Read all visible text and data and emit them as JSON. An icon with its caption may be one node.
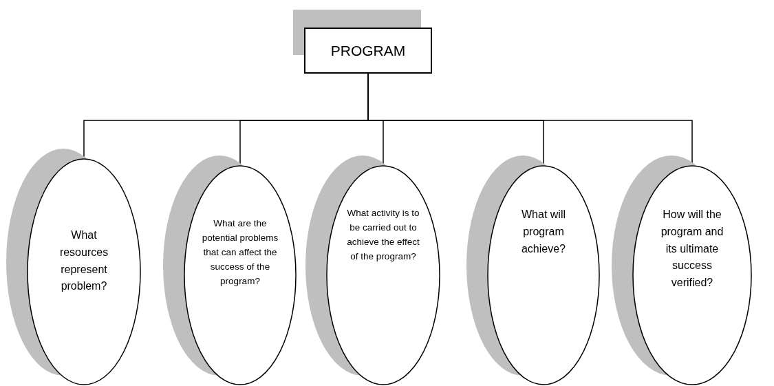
{
  "diagram": {
    "nodes": [
      {
        "text": [
          "PROGRAM"
        ]
      },
      {
        "text": [
          "What resources represent problem?"
        ]
      },
      {
        "text": [
          "What are the potential problems that can affect the success of the program?"
        ]
      },
      {
        "text": [
          "What activity is to be carried out to achieve the effect of the program?"
        ]
      },
      {
        "text": [
          "What will program achieve?"
        ]
      },
      {
        "text": [
          "How will the program and its ultimate success verified?"
        ]
      }
    ],
    "edges": [
      {
        "from": 0,
        "to": 1,
        "arrow": "none"
      },
      {
        "from": 0,
        "to": 2,
        "arrow": "none"
      },
      {
        "from": 0,
        "to": 3,
        "arrow": "none"
      },
      {
        "from": 0,
        "to": 4,
        "arrow": "none"
      },
      {
        "from": 0,
        "to": 5,
        "arrow": "none"
      }
    ]
  }
}
